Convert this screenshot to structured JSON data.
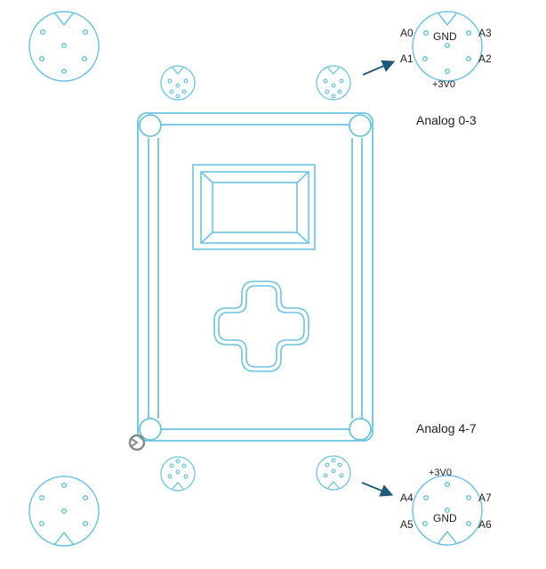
{
  "colors": {
    "outline": "#6cc4df",
    "arrow": "#1f5a78",
    "text": "#1f1f1f",
    "cursor": "#8a8a8a"
  },
  "top_connector": {
    "title": "Analog 0-3",
    "pins": {
      "a0": "A0",
      "a1": "A1",
      "a2": "A2",
      "a3": "A3",
      "gnd": "GND",
      "vcc": "+3V0"
    }
  },
  "bottom_connector": {
    "title": "Analog 4-7",
    "pins": {
      "a4": "A4",
      "a5": "A5",
      "a6": "A6",
      "a7": "A7",
      "gnd": "GND",
      "vcc": "+3V0"
    }
  }
}
